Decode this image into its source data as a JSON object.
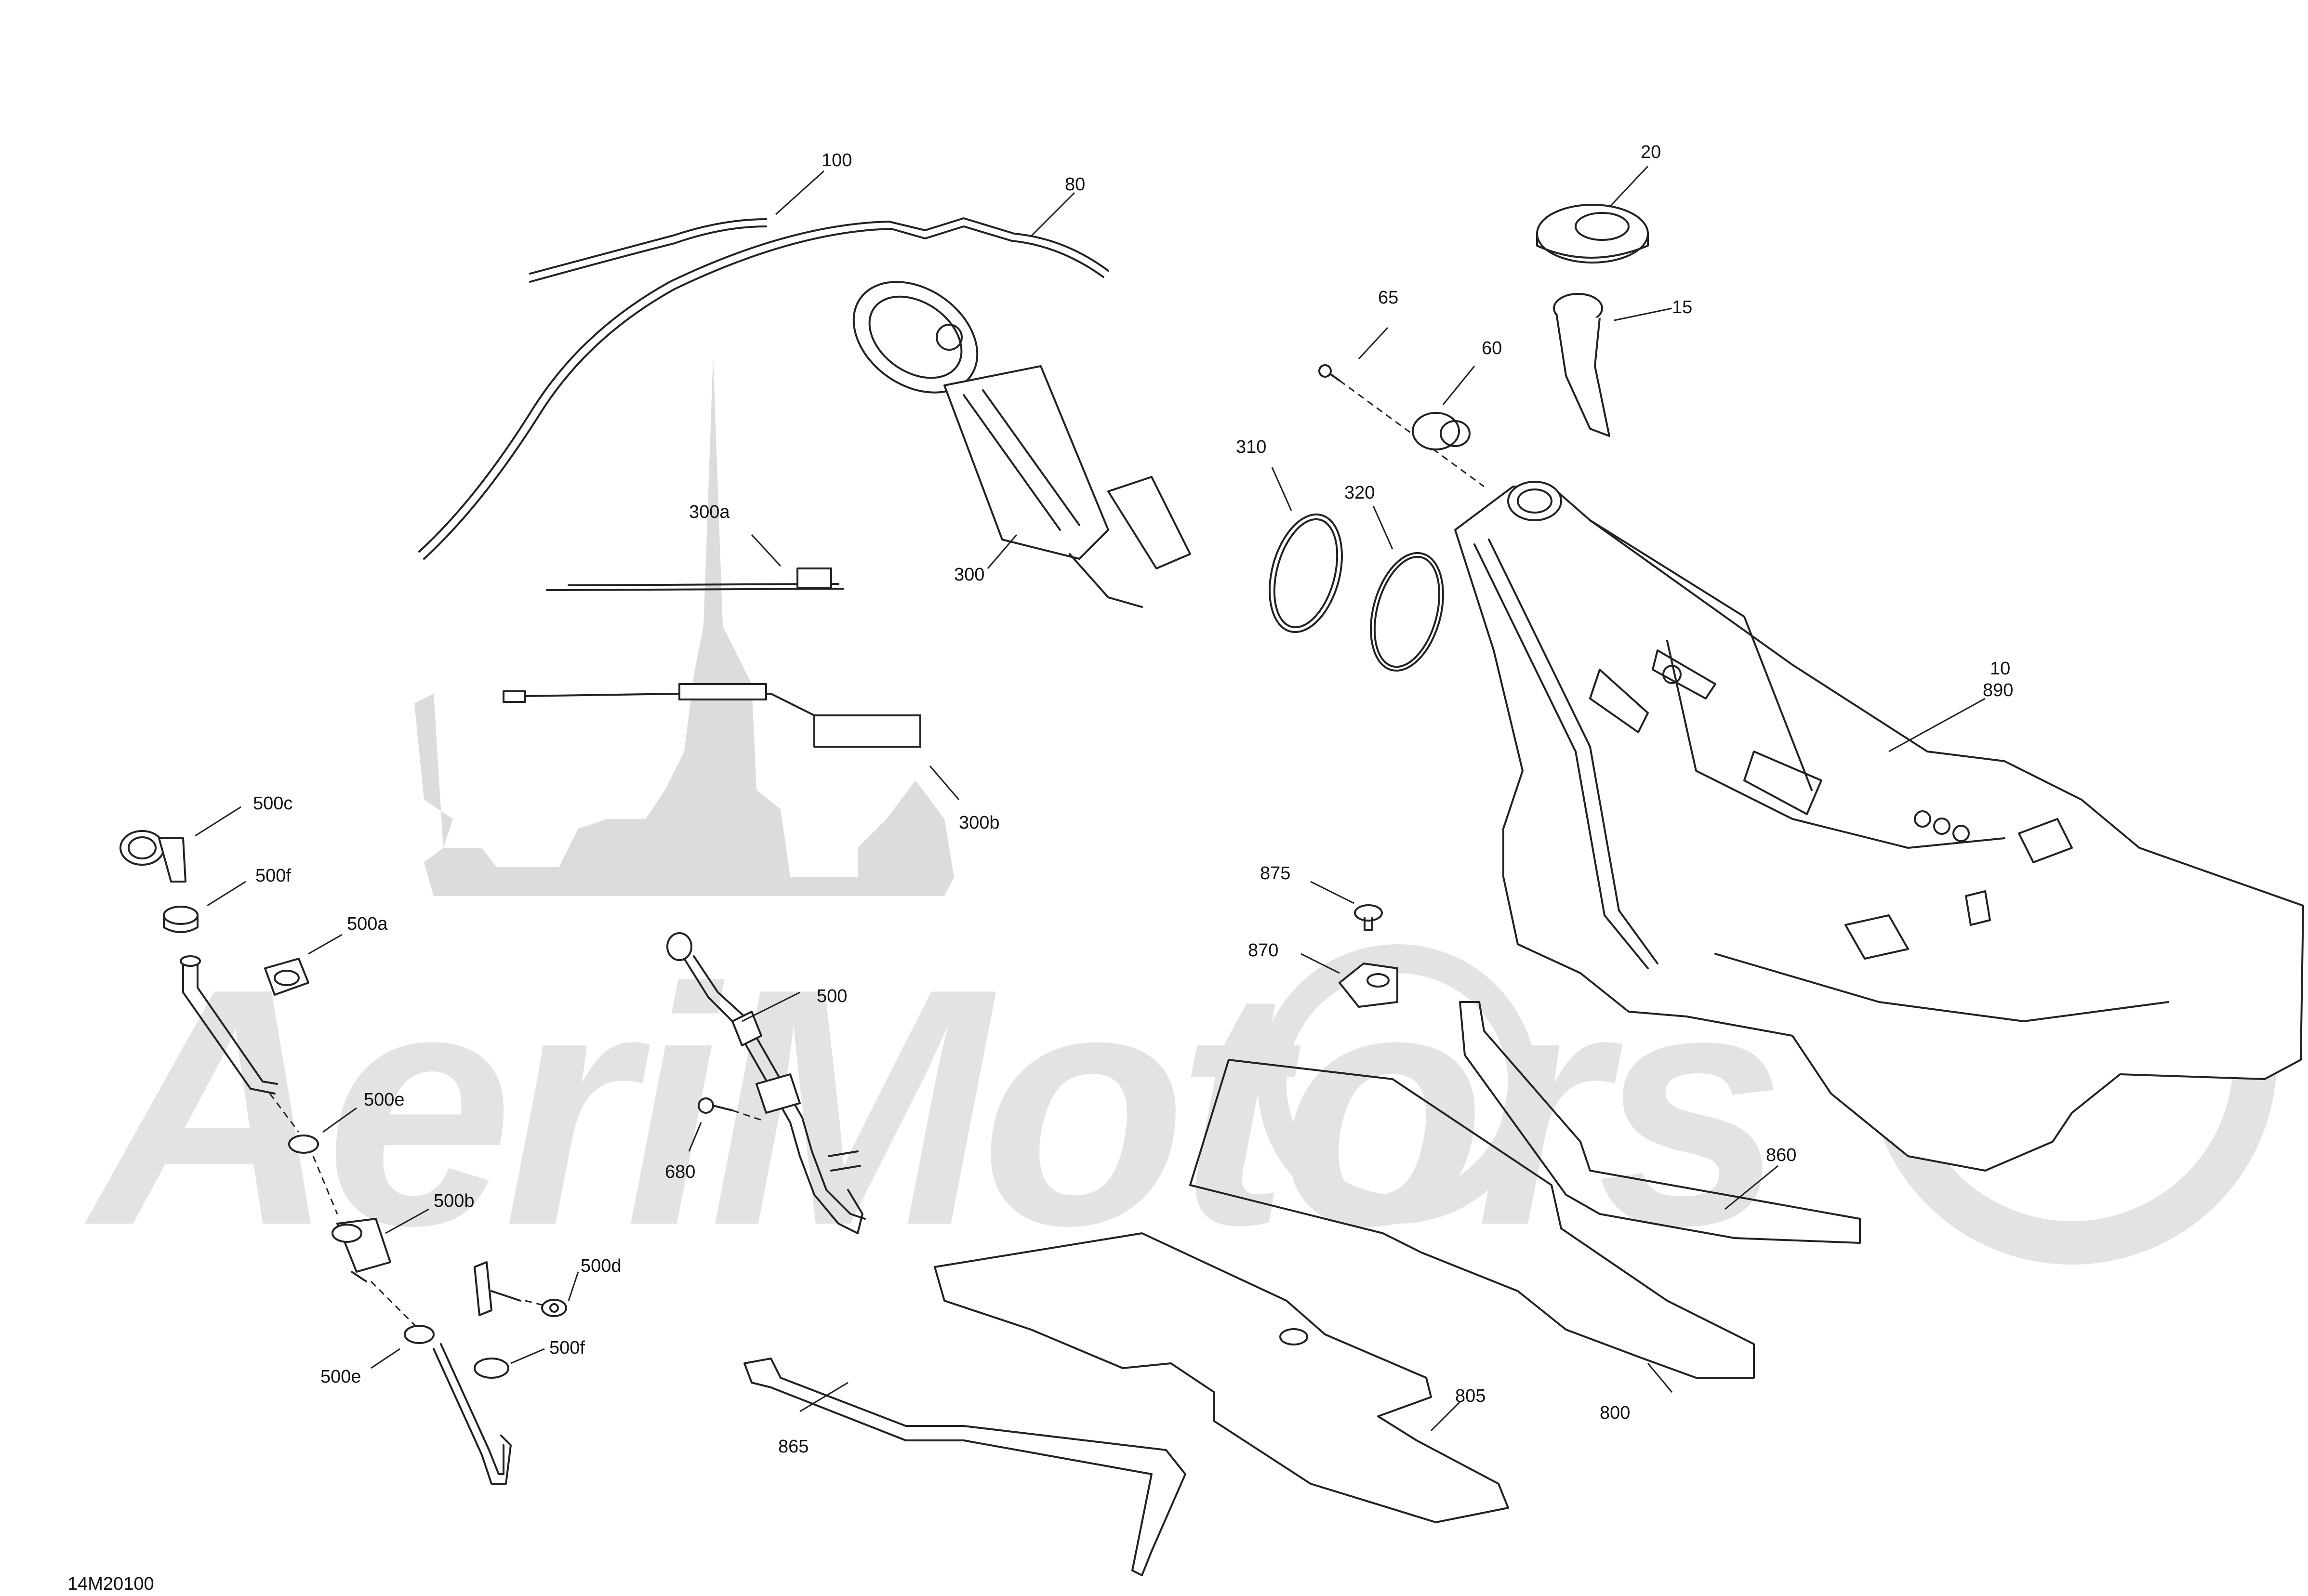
{
  "callouts": {
    "c100": "100",
    "c80": "80",
    "c20": "20",
    "c15": "15",
    "c65": "65",
    "c60": "60",
    "c310": "310",
    "c320": "320",
    "c300a": "300a",
    "c300": "300",
    "c300b": "300b",
    "c10": "10",
    "c890": "890",
    "c500c": "500c",
    "c500f_top": "500f",
    "c500a": "500a",
    "c500": "500",
    "c500e_top": "500e",
    "c680": "680",
    "c500b": "500b",
    "c500d": "500d",
    "c500e_bottom": "500e",
    "c500f_bottom": "500f",
    "c875": "875",
    "c870": "870",
    "c860": "860",
    "c805": "805",
    "c800": "800",
    "c865": "865"
  },
  "diagram_id": "14M20100",
  "watermark": {
    "text": "AeriMotors",
    "color": "#dcdcdc"
  }
}
